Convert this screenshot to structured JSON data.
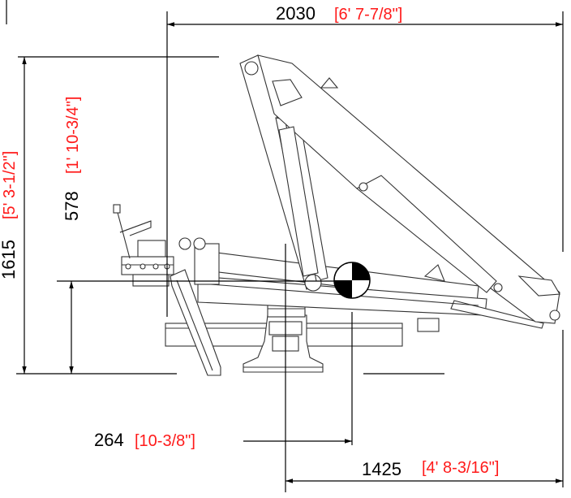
{
  "dimensions": {
    "overall_width": {
      "value": "2030",
      "imperial": "[6' 7-7/8\"]"
    },
    "overall_height": {
      "value": "1615",
      "imperial": "[5' 3-1/2\"]"
    },
    "base_to_pivot_height": {
      "value": "578",
      "imperial": "[1' 10-3/4\"]"
    },
    "center_offset": {
      "value": "264",
      "imperial": "[10-3/8\"]"
    },
    "center_to_tip": {
      "value": "1425",
      "imperial": "[4' 8-3/16\"]"
    }
  },
  "colors": {
    "dimension_line": "#000000",
    "imperial_text": "#ff1a1a",
    "machine_line": "#333333"
  }
}
